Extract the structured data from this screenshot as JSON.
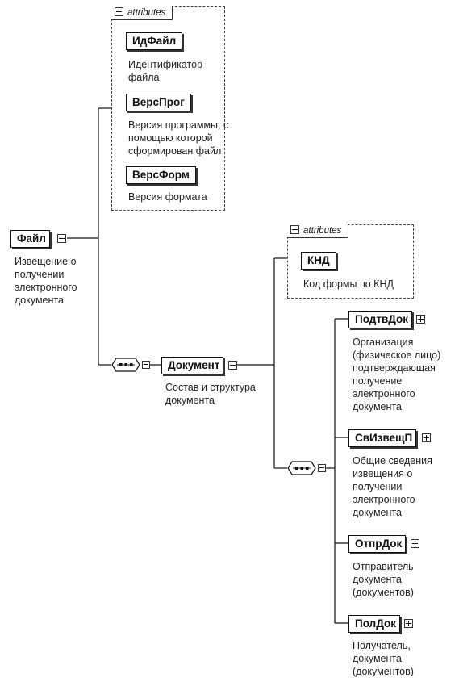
{
  "diagram": {
    "root": {
      "name": "Файл",
      "description": [
        "Извещение о",
        "получении",
        "электронного",
        "документа"
      ]
    },
    "root_attributes": {
      "tab_label": "attributes",
      "items": [
        {
          "name": "ИдФайл",
          "description": [
            "Идентификатор",
            "файла"
          ]
        },
        {
          "name": "ВерсПрог",
          "description": [
            "Версия программы, с",
            "помощью которой",
            "сформирован файл"
          ]
        },
        {
          "name": "ВерсФорм",
          "description": [
            "Версия формата"
          ]
        }
      ]
    },
    "document": {
      "name": "Документ",
      "description": [
        "Состав и структура",
        "документа"
      ]
    },
    "document_attributes": {
      "tab_label": "attributes",
      "items": [
        {
          "name": "КНД",
          "description": [
            "Код формы по КНД"
          ]
        }
      ]
    },
    "children": [
      {
        "name": "ПодтвДок",
        "description": [
          "Организация",
          "(физическое лицо)",
          "подтверждающая",
          "получение",
          "электронного",
          "документа"
        ]
      },
      {
        "name": "СвИзвещП",
        "description": [
          "Общие сведения",
          "извещения о",
          "получении",
          "электронного",
          "документа"
        ]
      },
      {
        "name": "ОтпрДок",
        "description": [
          "Отправитель",
          "документа",
          "(документов)"
        ]
      },
      {
        "name": "ПолДок",
        "description": [
          "Получатель,",
          "документа",
          "(документов)"
        ]
      }
    ]
  }
}
